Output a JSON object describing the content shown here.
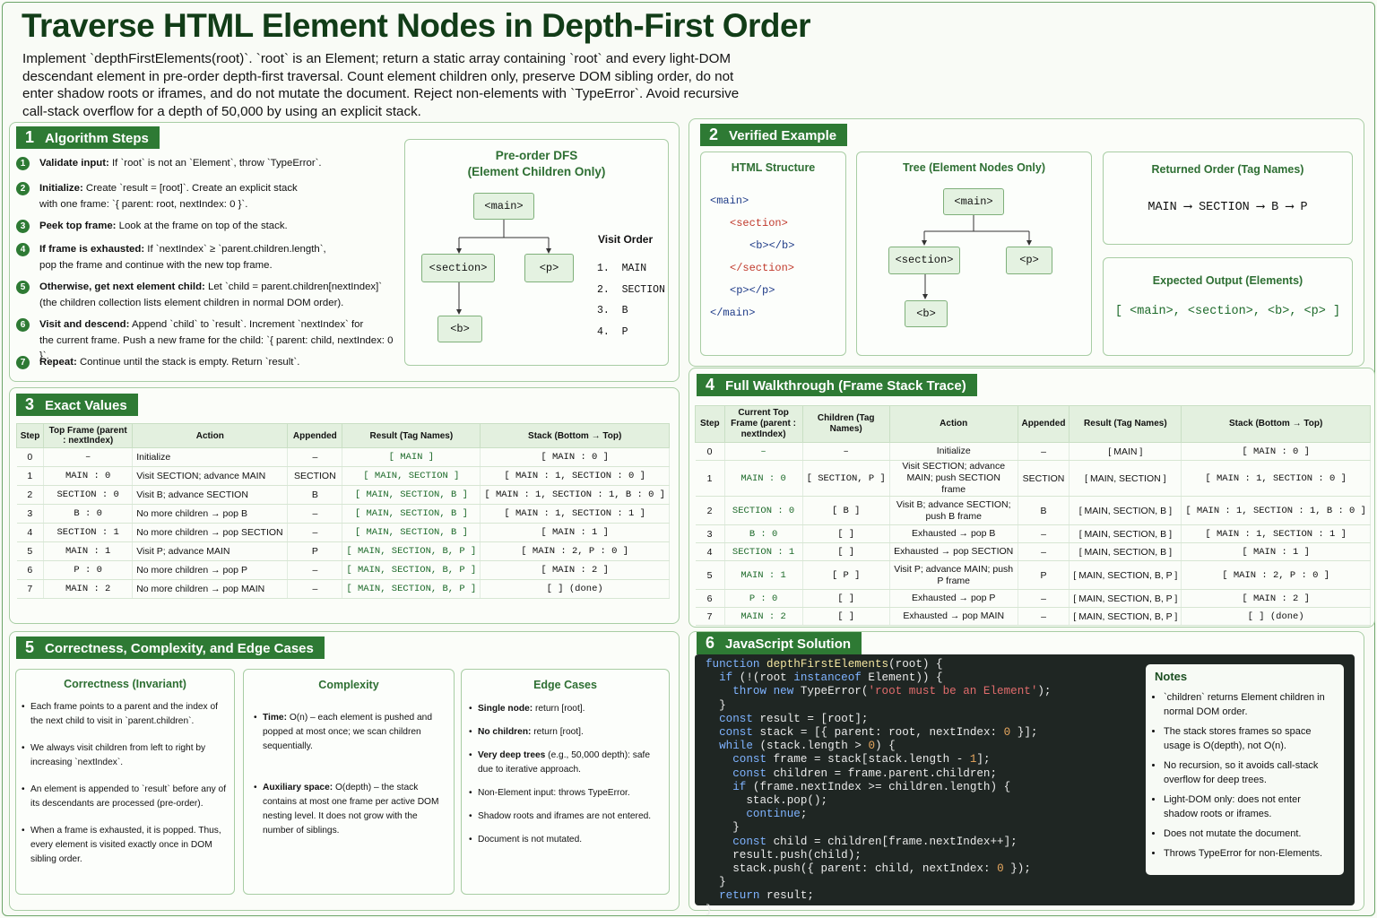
{
  "title": "Traverse HTML Element Nodes in Depth-First Order",
  "intro": "Implement `depthFirstElements(root)`. `root` is an Element; return a static array containing `root` and every light-DOM descendant element in pre-order depth-first traversal. Count element children only, preserve DOM sibling order, do not enter shadow roots or iframes, and do not mutate the document.  Reject non-elements with `TypeError`. Avoid recursive call-stack overflow for a depth of 50,000 by using an explicit stack.",
  "sections": {
    "s1": {
      "num": "1",
      "title": "Algorithm Steps"
    },
    "s2": {
      "num": "2",
      "title": "Verified Example"
    },
    "s3": {
      "num": "3",
      "title": "Exact Values"
    },
    "s4": {
      "num": "4",
      "title": "Full Walkthrough (Frame Stack Trace)"
    },
    "s5": {
      "num": "5",
      "title": "Correctness, Complexity, and Edge Cases"
    },
    "s6": {
      "num": "6",
      "title": "JavaScript Solution"
    }
  },
  "steps": [
    {
      "n": "1",
      "label": "Validate input:",
      "line1": "If `root` is not an `Element`, throw `TypeError`.",
      "line2": ""
    },
    {
      "n": "2",
      "label": "Initialize:",
      "line1": "Create `result = [root]`. Create an explicit stack",
      "line2": "with one frame: `{ parent: root, nextIndex: 0 }`."
    },
    {
      "n": "3",
      "label": "Peek top frame:",
      "line1": "Look at the frame on top of the stack.",
      "line2": ""
    },
    {
      "n": "4",
      "label": "If frame is exhausted:",
      "line1": "If `nextIndex` ≥ `parent.children.length`,",
      "line2": "pop the frame and continue with the new top frame."
    },
    {
      "n": "5",
      "label": "Otherwise, get next element child:",
      "line1": "Let `child = parent.children[nextIndex]`",
      "line2": "(the children collection lists element children in normal DOM order)."
    },
    {
      "n": "6",
      "label": "Visit and descend:",
      "line1": "Append `child` to `result`. Increment `nextIndex` for",
      "line2": "the current frame. Push a new frame for the child: `{ parent: child, nextIndex: 0 }`."
    },
    {
      "n": "7",
      "label": "Repeat:",
      "line1": "Continue until the stack is empty. Return `result`.",
      "line2": ""
    }
  ],
  "dfs": {
    "title1": "Pre-order DFS",
    "title2": "(Element Children Only)",
    "nodes": {
      "main": "<main>",
      "section": "<section>",
      "p": "<p>",
      "b": "<b>"
    },
    "visit_title": "Visit Order",
    "visit": [
      "1.  MAIN",
      "2.  SECTION",
      "3.  B",
      "4.  P"
    ]
  },
  "example": {
    "html_title": "HTML Structure",
    "html_lines": [
      "<main>",
      "<section>",
      "<b></b>",
      "</section>",
      "<p></p>",
      "</main>"
    ],
    "tree_title": "Tree (Element Nodes Only)",
    "order_title": "Returned Order (Tag Names)",
    "order": "MAIN ⟶ SECTION ⟶ B ⟶ P",
    "output_title": "Expected Output (Elements)",
    "output": "[ <main>, <section>, <b>, <p> ]"
  },
  "exact": {
    "headers": [
      "Step",
      "Top Frame (parent : nextIndex)",
      "Action",
      "Appended",
      "Result (Tag Names)",
      "Stack (Bottom → Top)"
    ],
    "rows": [
      [
        "0",
        "–",
        "Initialize",
        "–",
        "[ MAIN ]",
        "[ MAIN : 0 ]"
      ],
      [
        "1",
        "MAIN : 0",
        "Visit SECTION; advance MAIN",
        "SECTION",
        "[ MAIN, SECTION ]",
        "[ MAIN : 1, SECTION : 0 ]"
      ],
      [
        "2",
        "SECTION : 0",
        "Visit B; advance SECTION",
        "B",
        "[ MAIN, SECTION, B ]",
        "[ MAIN : 1, SECTION : 1, B : 0 ]"
      ],
      [
        "3",
        "B : 0",
        "No more children → pop B",
        "–",
        "[ MAIN, SECTION, B ]",
        "[ MAIN : 1, SECTION : 1 ]"
      ],
      [
        "4",
        "SECTION : 1",
        "No more children → pop SECTION",
        "–",
        "[ MAIN, SECTION, B ]",
        "[ MAIN : 1 ]"
      ],
      [
        "5",
        "MAIN : 1",
        "Visit P; advance MAIN",
        "P",
        "[ MAIN, SECTION, B, P ]",
        "[ MAIN : 2, P : 0 ]"
      ],
      [
        "6",
        "P : 0",
        "No more children → pop P",
        "–",
        "[ MAIN, SECTION, B, P ]",
        "[ MAIN : 2 ]"
      ],
      [
        "7",
        "MAIN : 2",
        "No more children → pop MAIN",
        "–",
        "[ MAIN, SECTION, B, P ]",
        "[ ] (done)"
      ]
    ]
  },
  "walk": {
    "headers": [
      "Step",
      "Current Top Frame (parent : nextIndex)",
      "Children (Tag Names)",
      "Action",
      "Appended",
      "Result (Tag Names)",
      "Stack (Bottom → Top)"
    ],
    "rows": [
      [
        "0",
        "–",
        "–",
        "Initialize",
        "–",
        "[ MAIN ]",
        "[ MAIN : 0 ]"
      ],
      [
        "1",
        "MAIN : 0",
        "[ SECTION, P ]",
        "Visit SECTION; advance MAIN; push SECTION frame",
        "SECTION",
        "[ MAIN, SECTION ]",
        "[ MAIN : 1, SECTION : 0 ]"
      ],
      [
        "2",
        "SECTION : 0",
        "[ B ]",
        "Visit B; advance SECTION; push B frame",
        "B",
        "[ MAIN, SECTION, B ]",
        "[ MAIN : 1, SECTION : 1, B : 0 ]"
      ],
      [
        "3",
        "B : 0",
        "[ ]",
        "Exhausted → pop B",
        "–",
        "[ MAIN, SECTION, B ]",
        "[ MAIN : 1, SECTION : 1 ]"
      ],
      [
        "4",
        "SECTION : 1",
        "[ ]",
        "Exhausted → pop SECTION",
        "–",
        "[ MAIN, SECTION, B ]",
        "[ MAIN : 1 ]"
      ],
      [
        "5",
        "MAIN : 1",
        "[ P ]",
        "Visit P; advance MAIN; push P frame",
        "P",
        "[ MAIN, SECTION, B, P ]",
        "[ MAIN : 2, P : 0 ]"
      ],
      [
        "6",
        "P : 0",
        "[ ]",
        "Exhausted → pop P",
        "–",
        "[ MAIN, SECTION, B, P ]",
        "[ MAIN : 2 ]"
      ],
      [
        "7",
        "MAIN : 2",
        "[ ]",
        "Exhausted → pop MAIN",
        "–",
        "[ MAIN, SECTION, B, P ]",
        "[ ] (done)"
      ]
    ]
  },
  "correctness": {
    "title": "Correctness (Invariant)",
    "items": [
      "Each frame points to a parent and the index of the next child to visit in `parent.children`.",
      "We always visit children from left to right by increasing `nextIndex`.",
      "An element is appended to `result` before any of its descendants are processed (pre-order).",
      "When a frame is exhausted, it is popped. Thus, every element is visited exactly once in DOM sibling order."
    ]
  },
  "complexity": {
    "title": "Complexity",
    "time_label": "Time:",
    "time": "O(n) – each element is pushed and popped at most once; we scan children sequentially.",
    "space_label": "Auxiliary space:",
    "space": "O(depth) – the stack contains at most one frame per active DOM nesting level. It does not grow with the number of siblings."
  },
  "edge": {
    "title": "Edge Cases",
    "items": [
      {
        "label": "Single node:",
        "text": "return [root]."
      },
      {
        "label": "No children:",
        "text": "return [root]."
      },
      {
        "label": "Very deep trees",
        "text": "(e.g., 50,000 depth): safe due to iterative approach."
      },
      {
        "label": "",
        "text": "Non-Element input: throws TypeError."
      },
      {
        "label": "",
        "text": "Shadow roots and iframes are not entered."
      },
      {
        "label": "",
        "text": "Document is not mutated."
      }
    ]
  },
  "notes": {
    "title": "Notes",
    "items": [
      "`children` returns Element children in normal DOM order.",
      "The stack stores frames so space usage is O(depth), not O(n).",
      "No recursion, so it avoids call-stack overflow for deep trees.",
      "Light-DOM only: does not enter shadow roots or iframes.",
      "Does not mutate the document.",
      "Throws TypeError for non-Elements."
    ]
  },
  "code_lines": [
    "function depthFirstElements(root) {",
    "  if (!(root instanceof Element)) {",
    "    throw new TypeError('root must be an Element');",
    "  }",
    "  const result = [root];",
    "  const stack = [{ parent: root, nextIndex: 0 }];",
    "  while (stack.length > 0) {",
    "    const frame = stack[stack.length - 1];",
    "    const children = frame.parent.children;",
    "    if (frame.nextIndex >= children.length) {",
    "      stack.pop();",
    "      continue;",
    "    }",
    "    const child = children[frame.nextIndex++];",
    "    result.push(child);",
    "    stack.push({ parent: child, nextIndex: 0 });",
    "  }",
    "  return result;",
    "}"
  ]
}
